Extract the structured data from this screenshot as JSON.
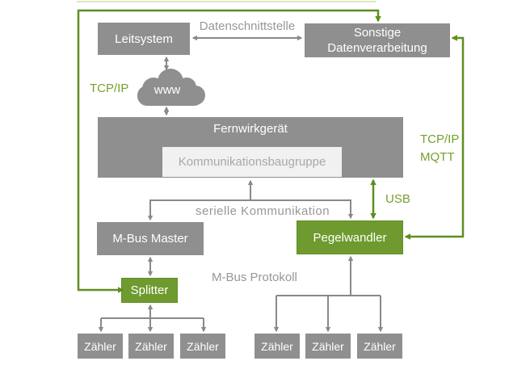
{
  "boxes": {
    "leitsystem": "Leitsystem",
    "sonstige_line1": "Sonstige",
    "sonstige_line2": "Datenverarbeitung",
    "fernwirkgeraet": "Fernwirkgerät",
    "kommunikationsbaugruppe": "Kommunikationsbaugruppe",
    "mbus_master": "M-Bus Master",
    "pegelwandler": "Pegelwandler",
    "splitter": "Splitter",
    "zaehler": "Zähler"
  },
  "labels": {
    "datenschnittstelle": "Datenschnittstelle",
    "tcpip_left": "TCP/IP",
    "www": "www",
    "serielle_kommunikation": "serielle Kommunikation",
    "tcpip_right_line1": "TCP/IP",
    "tcpip_right_line2": "MQTT",
    "usb": "USB",
    "mbus_protokoll": "M-Bus Protokoll"
  },
  "colors": {
    "box_gray": "#8f8f8f",
    "box_green": "#6e9a2f",
    "inner_box_bg": "#f1f1f1",
    "inner_box_text": "#a9a9a9",
    "line_gray": "#898989",
    "line_green": "#5f8e1f",
    "label_gray": "#979797",
    "label_green": "#76a02d",
    "faint_top_line": "#cfdfac"
  }
}
